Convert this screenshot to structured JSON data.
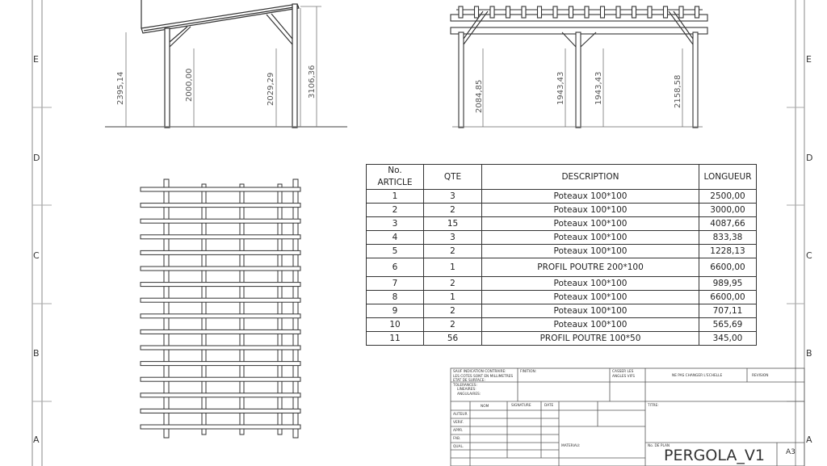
{
  "zones_left": [
    "E",
    "D",
    "C",
    "B",
    "A"
  ],
  "zones_right": [
    "E",
    "D",
    "C",
    "B",
    "A"
  ],
  "dimensions": {
    "side_view": [
      "2395,14",
      "2000,00",
      "2029,29",
      "3106,36"
    ],
    "front_view": [
      "2084,85",
      "1943,43",
      "1943,43",
      "2158,58"
    ]
  },
  "bom": {
    "headers": [
      "No. ARTICLE",
      "QTE",
      "DESCRIPTION",
      "LONGUEUR"
    ],
    "rows": [
      [
        "1",
        "3",
        "Poteaux 100*100",
        "2500,00"
      ],
      [
        "2",
        "2",
        "Poteaux 100*100",
        "3000,00"
      ],
      [
        "3",
        "15",
        "Poteaux 100*100",
        "4087,66"
      ],
      [
        "4",
        "3",
        "Poteaux 100*100",
        "833,38"
      ],
      [
        "5",
        "2",
        "Poteaux 100*100",
        "1228,13"
      ],
      [
        "6",
        "1",
        "PROFIL POUTRE 200*100",
        "6600,00"
      ],
      [
        "7",
        "2",
        "Poteaux 100*100",
        "989,95"
      ],
      [
        "8",
        "1",
        "Poteaux 100*100",
        "6600,00"
      ],
      [
        "9",
        "2",
        "Poteaux 100*100",
        "707,11"
      ],
      [
        "10",
        "2",
        "Poteaux 100*100",
        "565,69"
      ],
      [
        "11",
        "56",
        "PROFIL POUTRE 100*50",
        "345,00"
      ]
    ]
  },
  "title_block": {
    "notes": [
      "SAUF INDICATION CONTRAIRE:",
      "LES COTES SONT EN MILLIMETRES",
      "ETAT DE SURFACE:",
      "TOLERANCES:",
      "LINEAIRES:",
      "ANGULAIRES:"
    ],
    "finition": "FINITION:",
    "casser": [
      "CASSER LES",
      "ANGLES VIFS"
    ],
    "ne_pas_changer": "NE PAS CHANGER L'ECHELLE",
    "revision": "REVISION",
    "col_nom": "NOM",
    "col_signature": "SIGNATURE",
    "col_date": "DATE",
    "titre": "TITRE:",
    "roles": [
      "AUTEUR",
      "VERIF.",
      "APPR.",
      "FAB.",
      "QUAL."
    ],
    "materiau": "MATERIAU:",
    "no_plan_label": "No. DE PLAN",
    "drawing_number": "PERGOLA_V1",
    "format": "A3"
  }
}
